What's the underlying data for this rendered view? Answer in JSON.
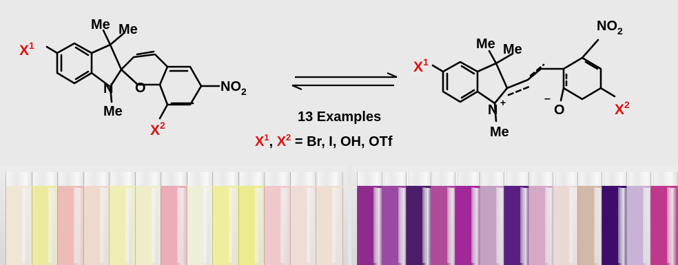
{
  "left_structure": {
    "x1_letter": "X",
    "x1_sup": "1",
    "me_top_a": "Me",
    "me_top_b": "Me",
    "n_label": "N",
    "n_me": "Me",
    "o_label": "O",
    "no2_main": "NO",
    "no2_sub": "2",
    "x2_letter": "X",
    "x2_sup": "2"
  },
  "right_structure": {
    "x1_letter": "X",
    "x1_sup": "1",
    "me_top_a": "Me",
    "me_top_b": "Me",
    "n_label": "N",
    "n_plus": "+",
    "n_me": "Me",
    "o_minus": "–",
    "o_label": "O",
    "no2_main": "NO",
    "no2_sub": "2",
    "x2_letter": "X",
    "x2_sup": "2"
  },
  "caption": {
    "examples": "13 Examples",
    "x1_letter": "X",
    "x1_sup": "1",
    "comma": ", ",
    "x2_letter": "X",
    "x2_sup": "2",
    "substituents": " = Br, I, OH, OTf"
  },
  "colors": {
    "accent_red": "#e01010",
    "bond": "#000000"
  },
  "vials_left": [
    "#efe7d6",
    "#ecea9e",
    "#eebcb8",
    "#efd9cd",
    "#eeeeb4",
    "#efedc8",
    "#ecacb8",
    "#efeed8",
    "#eeee9c",
    "#ecec8e",
    "#efc9cb",
    "#efdcd4",
    "#eedfd2"
  ],
  "vials_right": [
    "#8e2c8e",
    "#9a4aa2",
    "#4a1e6a",
    "#b04a9a",
    "#a2289a",
    "#c4a0c2",
    "#5a2080",
    "#d6a8c8",
    "#ead8d4",
    "#d2b8a6",
    "#3c0e6a",
    "#c8b2d6",
    "#c0388c"
  ]
}
